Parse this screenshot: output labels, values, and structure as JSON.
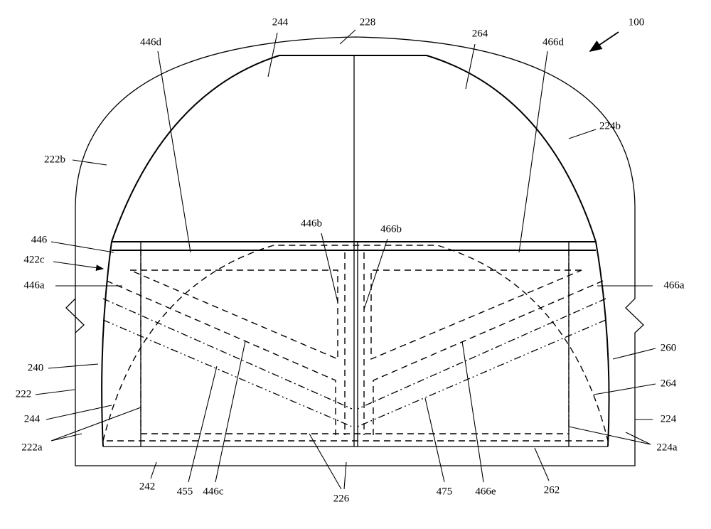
{
  "figure": {
    "labels": {
      "l100": "100",
      "l228": "228",
      "l244_top": "244",
      "l264_top": "264",
      "l446d": "446d",
      "l466d": "466d",
      "l224b": "224b",
      "l222b": "222b",
      "l446b": "446b",
      "l466b": "466b",
      "l446": "446",
      "l422c": "422c",
      "l446a": "446a",
      "l466a": "466a",
      "l240": "240",
      "l260": "260",
      "l222": "222",
      "l264_side": "264",
      "l244_side": "244",
      "l224": "224",
      "l222a": "222a",
      "l224a": "224a",
      "l242": "242",
      "l455": "455",
      "l446c": "446c",
      "l226": "226",
      "l475": "475",
      "l466e": "466e",
      "l262": "262"
    }
  }
}
